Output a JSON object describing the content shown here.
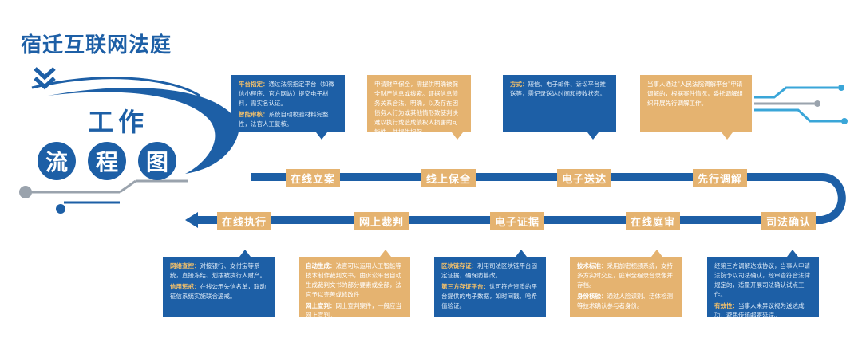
{
  "title": "宿迁互联网法庭",
  "subtitle": "工作",
  "subtitle_chars": [
    "流",
    "程",
    "图"
  ],
  "colors": {
    "primary_blue": "#1d5fa6",
    "tan": "#e5b370",
    "accent_label": "#f2c06b",
    "cyan": "#3aa6d8"
  },
  "top_steps": [
    {
      "label": "在线立案"
    },
    {
      "label": "线上保全"
    },
    {
      "label": "电子送达"
    },
    {
      "label": "先行调解"
    }
  ],
  "bottom_steps": [
    {
      "label": "在线执行"
    },
    {
      "label": "网上裁判"
    },
    {
      "label": "电子证据"
    },
    {
      "label": "在线庭审"
    },
    {
      "label": "司法确认"
    }
  ],
  "top_cards": [
    {
      "paras": [
        {
          "label": "平台指定：",
          "text": "通过法院指定平台（如微信小程序、官方网站）提交电子材料，需实名认证。"
        },
        {
          "label": "智能审核：",
          "text": "系统自动校验材料完整性，法官人工复核。"
        }
      ]
    },
    {
      "paras": [
        {
          "label": "",
          "text": "申请财产保全，需提供明确被保全财产信息或线索。证据信息债务关系合法、明确，以及存在因债务人行为或其他情形致使判决难以执行或造成债权人损害的可能性，并提供担保。"
        }
      ]
    },
    {
      "paras": [
        {
          "label": "方式：",
          "text": "短信、电子邮件、诉讼平台推送等，需记录送达时间和接收状态。"
        }
      ]
    },
    {
      "paras": [
        {
          "label": "",
          "text": "当事人通过\"人民法院调解平台\"申请调解的，根据案件情况，委托调解组织开展先行调解工作。"
        }
      ]
    }
  ],
  "bottom_cards": [
    {
      "paras": [
        {
          "label": "网络查控：",
          "text": "对接银行、支付宝等系统，直接冻结、划拨被执行人财产。"
        },
        {
          "label": "信用惩戒：",
          "text": "在线公示失信名单，联动征信系统实施联合惩戒。"
        }
      ]
    },
    {
      "paras": [
        {
          "label": "自动生成：",
          "text": "法官可以运用人工智能等技术制作裁判文书，由诉讼平台自动生成裁判文书的部分要素或全部，法官予以完善或修改件"
        },
        {
          "label": "网上宣判：",
          "text": "网上宣判案件，一般应当网上宣判。"
        }
      ]
    },
    {
      "paras": [
        {
          "label": "区块链存证：",
          "text": "利用司法区块链平台固定证据，确保防篡改。"
        },
        {
          "label": "第三方存证平台：",
          "text": "认可符合资质的平台提供的电子数据，如时间戳、哈希值验证。"
        }
      ]
    },
    {
      "paras": [
        {
          "label": "技术标准：",
          "text": "采用加密视频系统，支持多方实时交互，庭审全程录音录像并存档。"
        },
        {
          "label": "身份核验：",
          "text": "通过人脸识别、活体检测等技术确认参与者身份。"
        }
      ]
    },
    {
      "paras": [
        {
          "label": "",
          "text": "经第三方调解达成协议，当事人申请法院予以司法确认，经审查符合法律规定的，适量开展司法确认试点工作。"
        },
        {
          "label": "有效性：",
          "text": "当事人未异议视为送达成功，避免传统邮寄延误。"
        }
      ]
    }
  ]
}
